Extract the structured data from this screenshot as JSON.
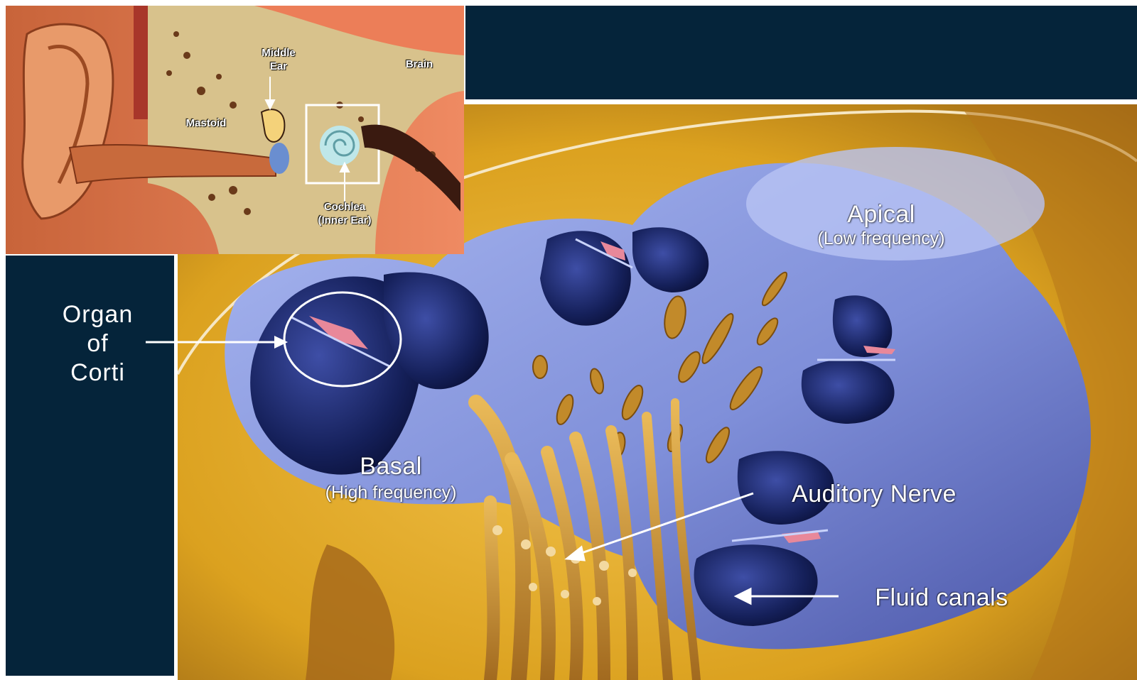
{
  "inset": {
    "labels": {
      "middle_ear_line1": "Middle",
      "middle_ear_line2": "Ear",
      "brain": "Brain",
      "mastoid": "Mastoid",
      "cochlea_line1": "Cochlea",
      "cochlea_line2": "(Inner Ear)"
    }
  },
  "main": {
    "labels": {
      "organ_line1": "Organ",
      "organ_line2": "of",
      "organ_line3": "Corti",
      "apical": "Apical",
      "apical_sub": "(Low frequency)",
      "basal": "Basal",
      "basal_sub": "(High frequency)",
      "auditory_nerve": "Auditory Nerve",
      "fluid_canals": "Fluid canals"
    }
  },
  "colors": {
    "navy": "#05243a",
    "cochlea_blue": "#7f8fd9",
    "bone_gold": "#e0a51d",
    "inset_skin": "#ea7a55"
  }
}
